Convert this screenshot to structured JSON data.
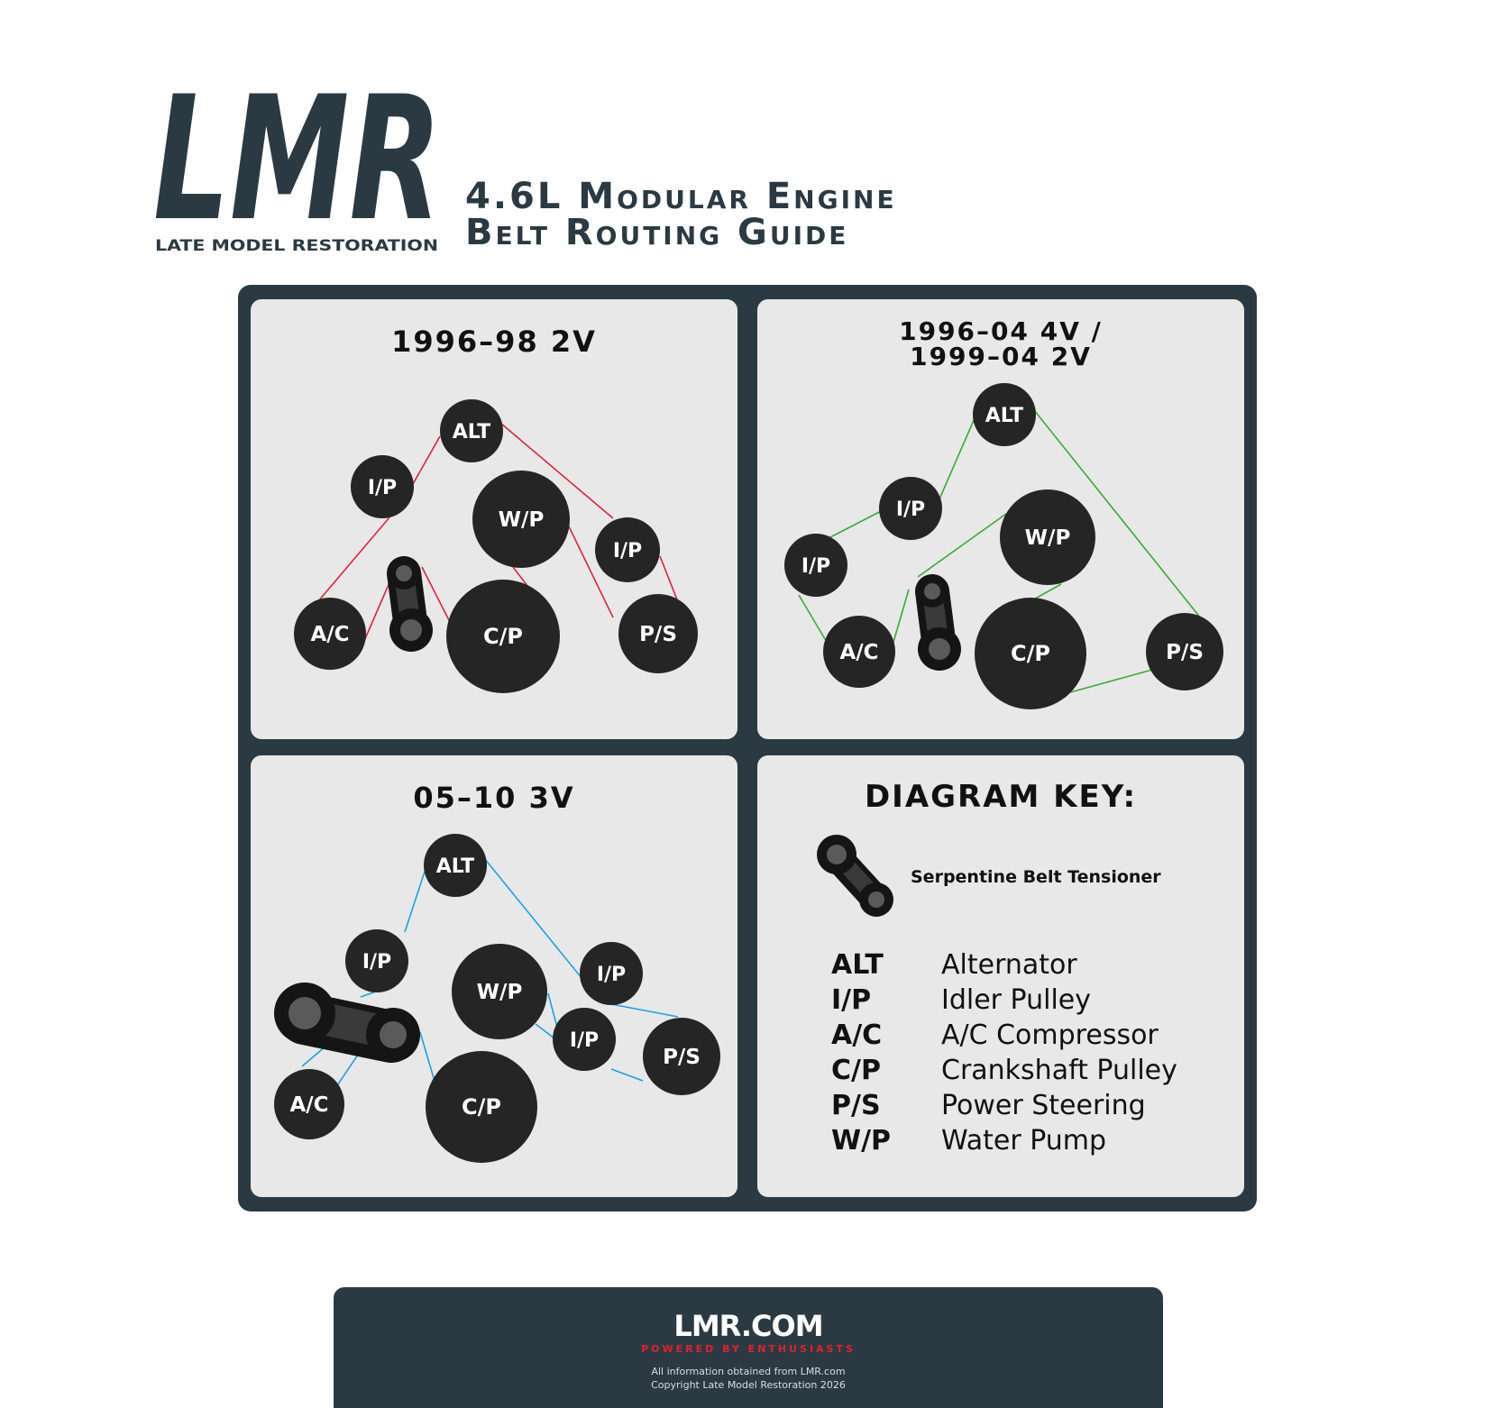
{
  "header": {
    "logo_text": "LMR",
    "logo_subtext": "LATE MODEL RESTORATION",
    "title_line1": "4.6L Modular Engine",
    "title_line2": "Belt Routing Guide"
  },
  "colors": {
    "dark": "#2b3a42",
    "panel": "#e8e8e8",
    "pulley": "#252525",
    "belt_2v": "#d7263d",
    "belt_4v": "#3aaa35",
    "belt_3v": "#1ea1e0",
    "brand_red": "#e2202e"
  },
  "panels": {
    "p1": {
      "title": "1996–98 2V"
    },
    "p2": {
      "title_line1": "1996–04 4V /",
      "title_line2": "1999–04 2V"
    },
    "p3": {
      "title": "05–10 3V"
    },
    "key": {
      "title": "DIAGRAM KEY:",
      "tensioner_label": "Serpentine Belt Tensioner",
      "tensioner_icon": "belt-tensioner-icon",
      "items": [
        {
          "abbr": "ALT",
          "desc": "Alternator"
        },
        {
          "abbr": "I/P",
          "desc": "Idler Pulley"
        },
        {
          "abbr": "A/C",
          "desc": "A/C Compressor"
        },
        {
          "abbr": "C/P",
          "desc": "Crankshaft Pulley"
        },
        {
          "abbr": "P/S",
          "desc": "Power Steering"
        },
        {
          "abbr": "W/P",
          "desc": "Water Pump"
        }
      ]
    }
  },
  "pulley_labels": {
    "alt": "ALT",
    "ip": "I/P",
    "wp": "W/P",
    "ac": "A/C",
    "cp": "C/P",
    "ps": "P/S"
  },
  "footer": {
    "logo": "LMR.COM",
    "tagline": "POWERED BY ENTHUSIASTS",
    "note_line1": "All information obtained from LMR.com",
    "note_line2": "Copyright Late Model Restoration 2026"
  }
}
